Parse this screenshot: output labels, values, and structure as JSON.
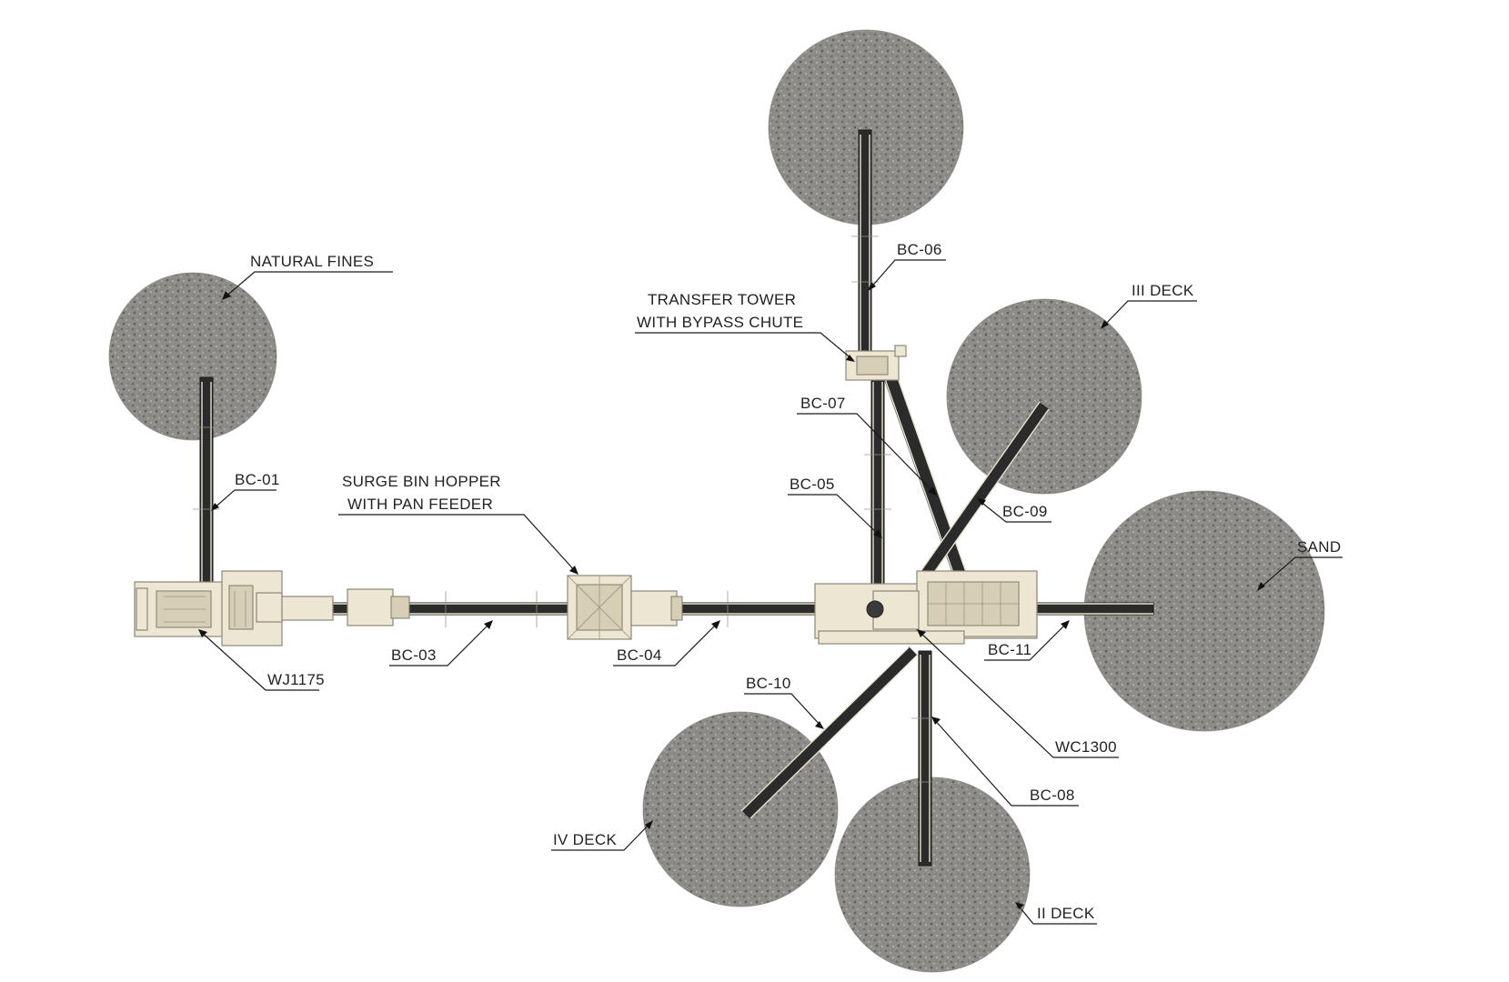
{
  "labels": {
    "natural_fines": "NATURAL FINES",
    "bc01": "BC-01",
    "surge_bin_line1": "SURGE BIN HOPPER",
    "surge_bin_line2": "WITH PAN FEEDER",
    "bc03": "BC-03",
    "bc04": "BC-04",
    "wj1175": "WJ1175",
    "transfer_line1": "TRANSFER TOWER",
    "transfer_line2": "WITH BYPASS CHUTE",
    "bc06": "BC-06",
    "bc07": "BC-07",
    "bc05": "BC-05",
    "bc09": "BC-09",
    "iii_deck": "III DECK",
    "sand": "SAND",
    "bc11": "BC-11",
    "wc1300": "WC1300",
    "bc10": "BC-10",
    "bc08": "BC-08",
    "iv_deck": "IV DECK",
    "ii_deck": "II DECK"
  },
  "colors": {
    "belt": "#2b2b2b",
    "machine": "#ece6d2",
    "gravel": "#8c8a86",
    "background": "#ffffff"
  }
}
